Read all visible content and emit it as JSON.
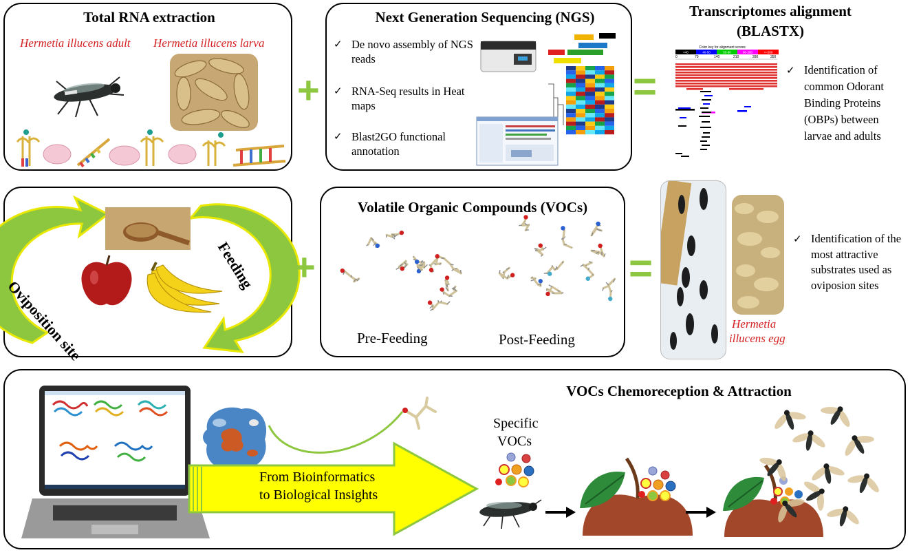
{
  "colors": {
    "green_operator": "#8dc63f",
    "red_label": "#d42020",
    "yellow_arrow": "#ffff00",
    "arrow_green": "#8dc63f",
    "apple_brown": "#a3472a",
    "leaf_green": "#2e8b3a"
  },
  "rna": {
    "title": "Total RNA extraction",
    "adult_label": "Hermetia illucens adult",
    "larva_label": "Hermetia illucens larva"
  },
  "ngs": {
    "title": "Next Generation Sequencing (NGS)",
    "items": [
      "De novo assembly of NGS reads",
      "RNA-Seq results in Heat maps",
      "Blast2GO functional annotation"
    ]
  },
  "blastx": {
    "title": "Transcriptomes alignment (BLASTX)",
    "title_line1": "Transcriptomes alignment",
    "title_line2": "(BLASTX)",
    "result": "Identification of common Odorant Binding Proteins (OBPs) between larvae and adults",
    "color_key_title": "Color key for alignment scores",
    "color_key": [
      "<40",
      "40-50",
      "50-80",
      "80-200",
      ">=200"
    ],
    "color_key_colors": [
      "#000000",
      "#0000ff",
      "#00cc00",
      "#ff00ff",
      "#ff0000"
    ]
  },
  "substrates": {
    "left_label": "Oviposition site",
    "right_label": "Feeding"
  },
  "vocs": {
    "title": "Volatile Organic Compounds (VOCs)",
    "pre": "Pre-Feeding",
    "post": "Post-Feeding"
  },
  "egg": {
    "label_line1": "Hermetia",
    "label_line2": "illucens egg",
    "result": "Identification of the most attractive substrates used as oviposion sites"
  },
  "bottom": {
    "title": "VOCs Chemoreception & Attraction",
    "arrow_line1": "From Bioinformatics",
    "arrow_line2": "to Biological Insights",
    "specific_line1": "Specific",
    "specific_line2": "VOCs"
  },
  "operators": {
    "plus": "+",
    "equals": "="
  },
  "icons": [
    "check-icon",
    "insect-icon",
    "rna-icon",
    "sequencer-icon",
    "heatmap-icon",
    "apple-icon",
    "banana-icon",
    "laptop-icon",
    "protein-icon",
    "molecule-icon",
    "leaf-icon"
  ]
}
